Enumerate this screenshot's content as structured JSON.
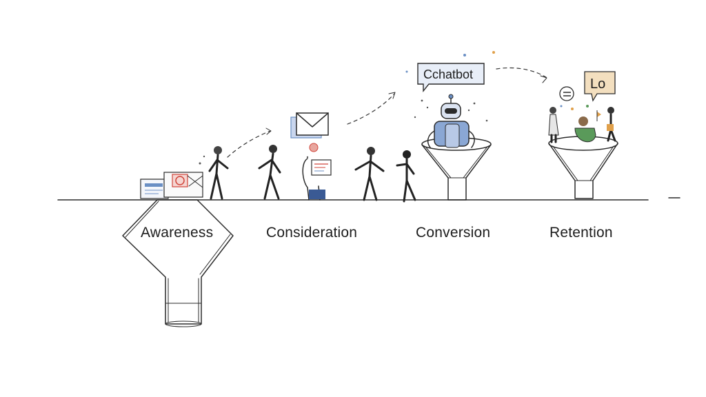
{
  "stages": [
    {
      "label": "Awareness"
    },
    {
      "label": "Consideration"
    },
    {
      "label": "Conversion"
    },
    {
      "label": "Retention"
    }
  ],
  "bubbles": {
    "chatbot": "Cchatbot",
    "retention": "Lo"
  },
  "colors": {
    "ink": "#2a2a2a",
    "accent_blue": "#6a8fc4",
    "accent_red": "#d0443a",
    "accent_orange": "#e0a04a",
    "accent_green": "#5a9a5a"
  },
  "icons": [
    "email-icon",
    "robot-icon",
    "chat-bubble-icon",
    "funnel-icon",
    "person-icon",
    "document-icon"
  ]
}
